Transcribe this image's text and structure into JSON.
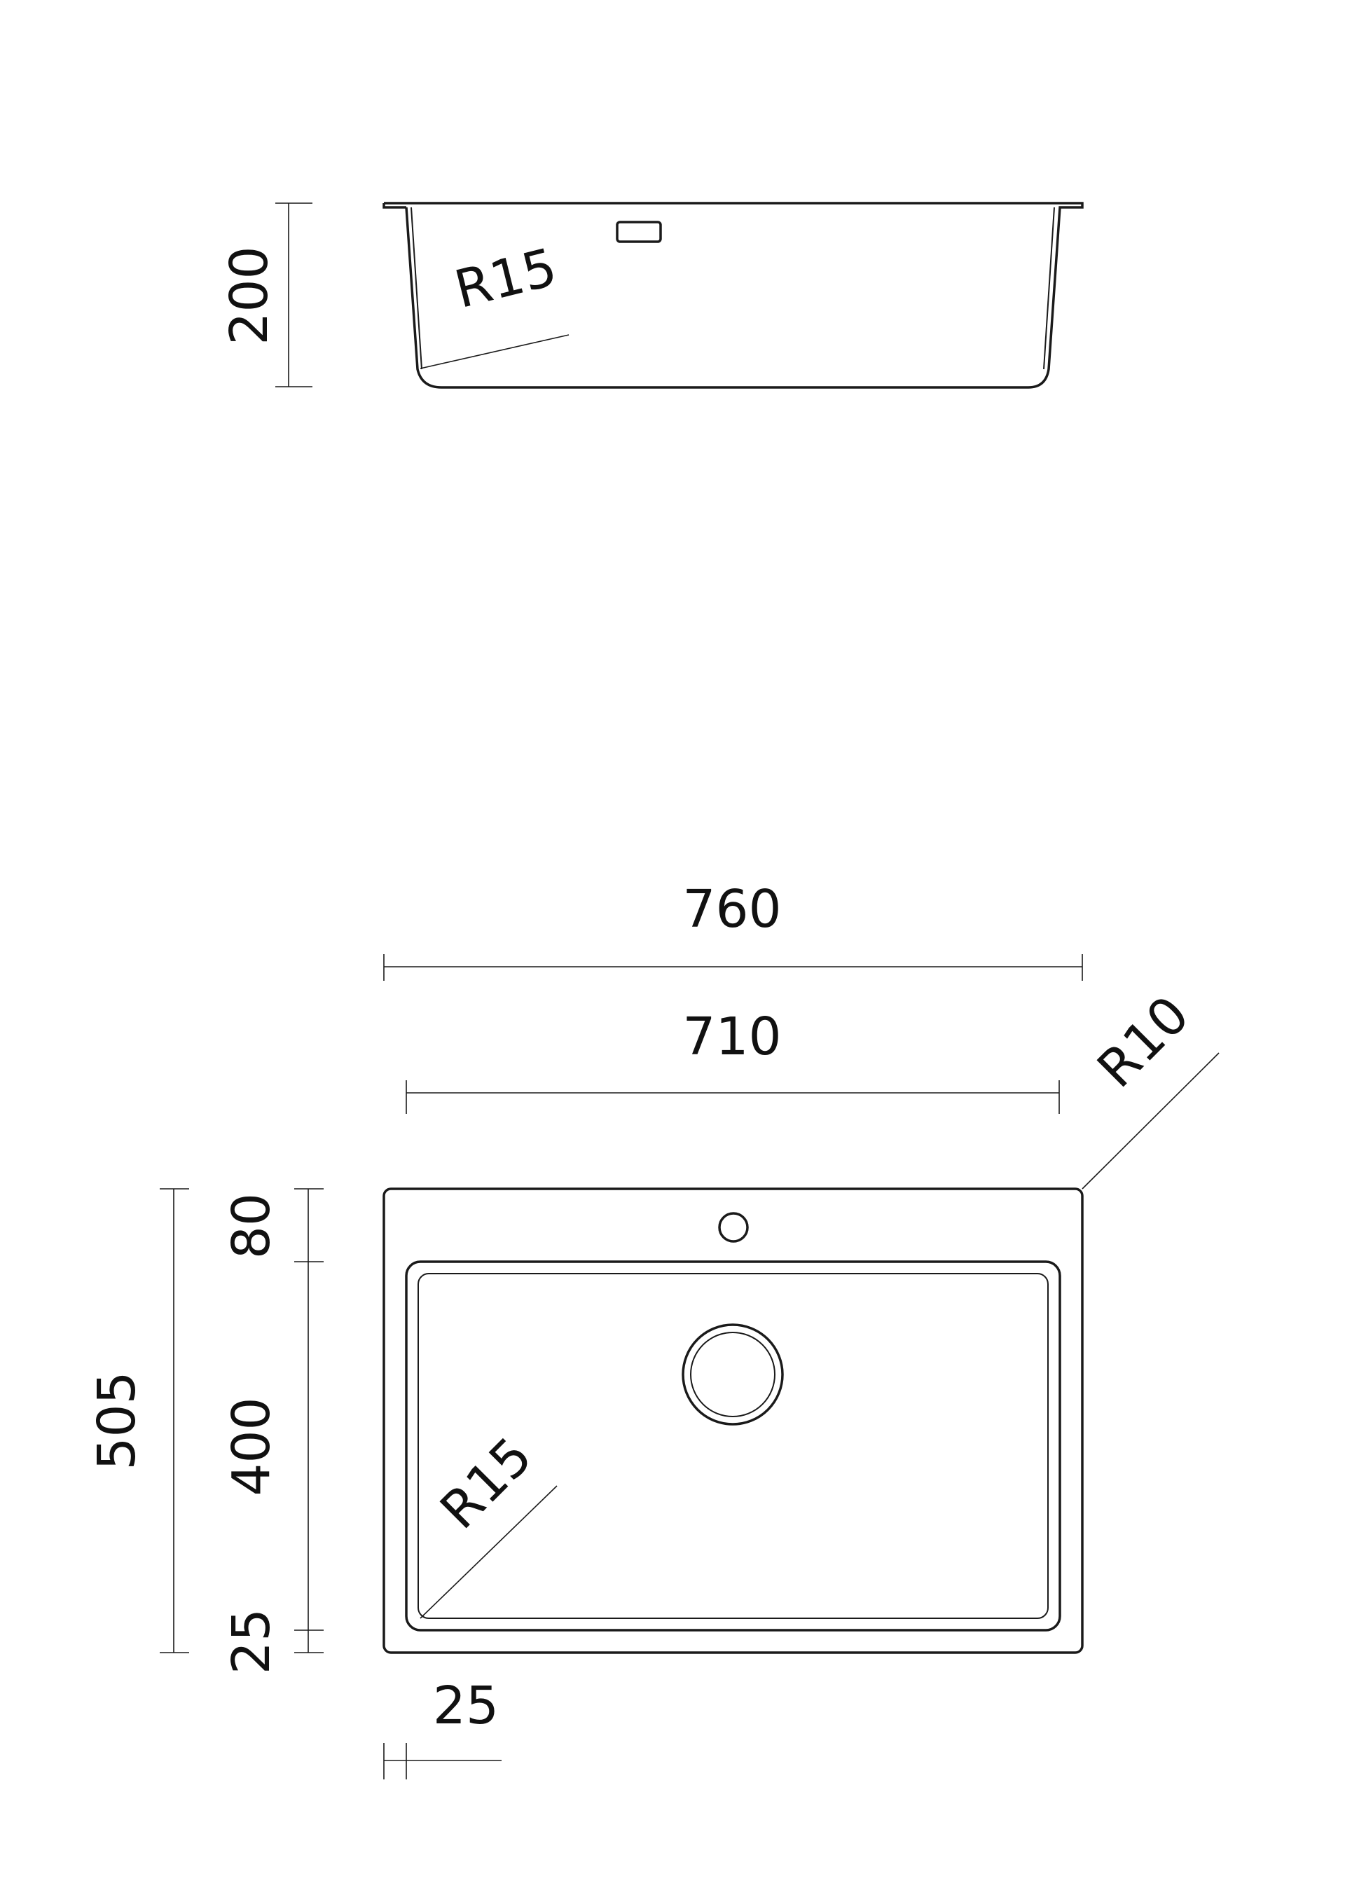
{
  "side_view": {
    "depth": "200",
    "inner_radius": "R15"
  },
  "top_view": {
    "overall_width": "760",
    "bowl_width": "710",
    "corner_radius": "R10",
    "overall_depth": "505",
    "rear_deck": "80",
    "bowl_depth": "400",
    "front_rim": "25",
    "bowl_radius": "R15",
    "side_rim": "25"
  }
}
